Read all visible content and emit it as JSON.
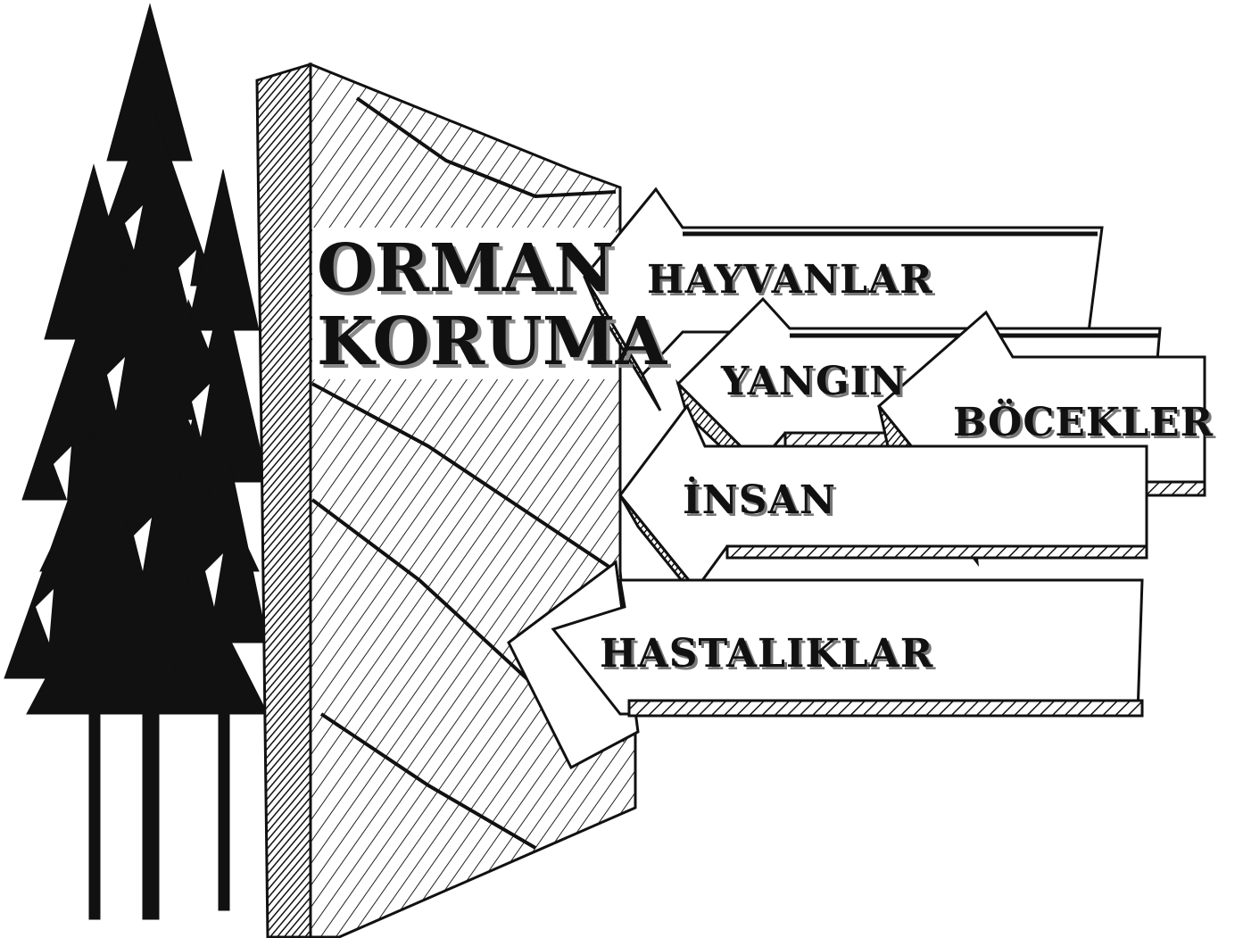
{
  "title": {
    "line1": "ORMAN",
    "line2": "KORUMA"
  },
  "threats": {
    "hayvanlar": "HAYVANLAR",
    "yangin": "YANGIN",
    "bocekler": "BÖCEKLER",
    "insan": "İNSAN",
    "hastaliklar": "HASTALIKLAR"
  },
  "colors": {
    "ink": "#111111",
    "shadow": "#777777",
    "paper": "#ffffff"
  }
}
